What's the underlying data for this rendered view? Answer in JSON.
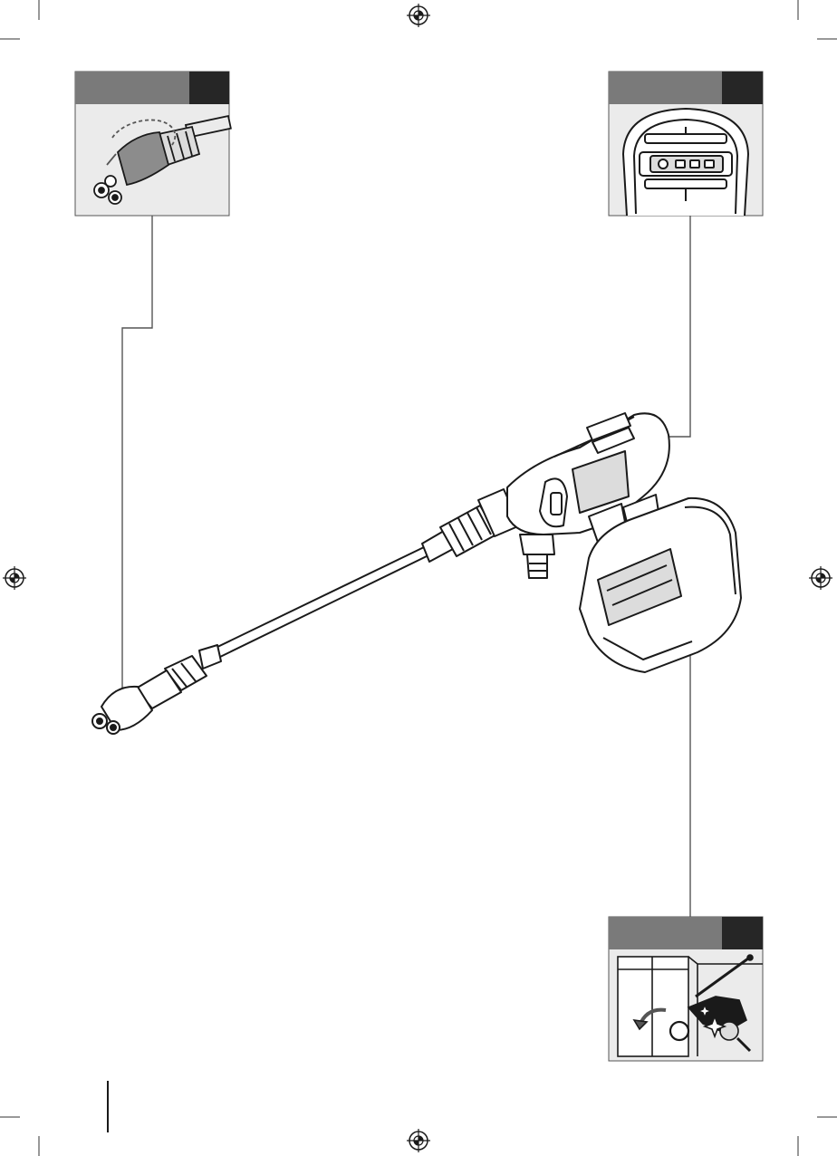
{
  "document": {
    "panels": [
      {
        "id": "nozzle",
        "header_label": "",
        "tab_label": ""
      },
      {
        "id": "battery-contacts",
        "header_label": "",
        "tab_label": ""
      },
      {
        "id": "cleaning-use",
        "header_label": "",
        "tab_label": ""
      }
    ],
    "colors": {
      "header_gray": "#7a7a7a",
      "tab_dark": "#262626",
      "panel_bg": "#ebebeb",
      "line_art": "#1a1a1a",
      "leader_line": "#555555"
    },
    "icons": [
      "registration-mark-icon",
      "crop-mark-icon"
    ]
  }
}
